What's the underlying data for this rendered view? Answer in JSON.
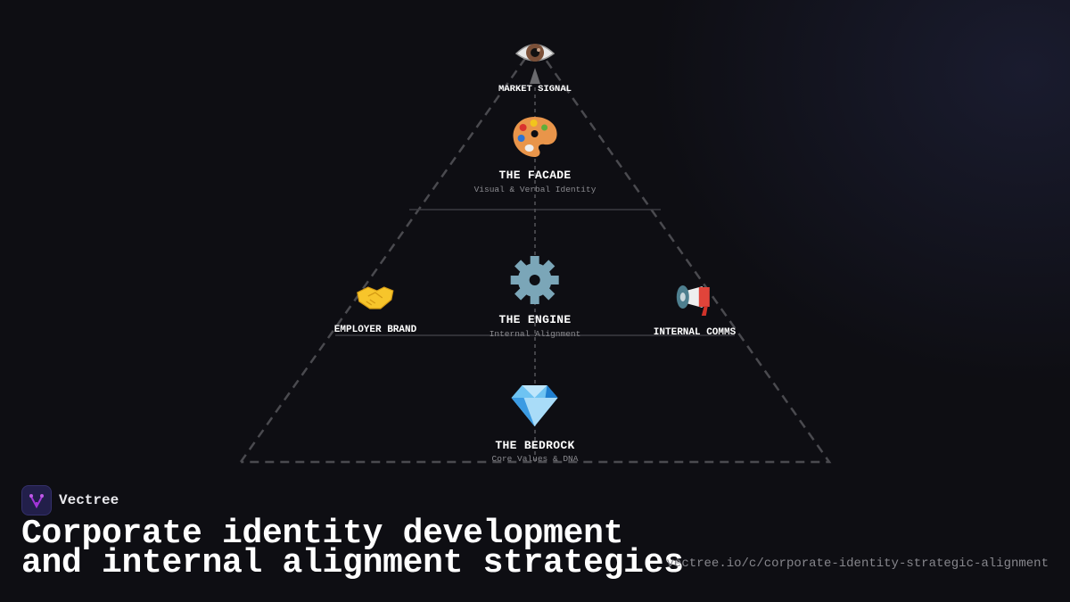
{
  "diagram": {
    "apex": {
      "label": "MARKET SIGNAL",
      "icon": "eye-icon"
    },
    "facade": {
      "title": "THE FACADE",
      "subtitle": "Visual & Verbal Identity",
      "icon": "palette-icon"
    },
    "engine": {
      "title": "THE ENGINE",
      "subtitle": "Internal Alignment",
      "icon": "gear-icon"
    },
    "bedrock": {
      "title": "THE BEDROCK",
      "subtitle": "Core Values & DNA",
      "icon": "gem-icon"
    },
    "left": {
      "label": "EMPLOYER BRAND",
      "icon": "handshake-icon"
    },
    "right": {
      "label": "INTERNAL COMMS",
      "icon": "megaphone-icon"
    }
  },
  "footer": {
    "brand": "Vectree",
    "title_line1": "Corporate identity development",
    "title_line2": "and internal alignment strategies",
    "url": "vectree.io/c/corporate-identity-strategic-alignment"
  },
  "colors": {
    "background": "#0e0e13",
    "brand_accent": "#a335d8",
    "line": "#4a4a4f"
  }
}
